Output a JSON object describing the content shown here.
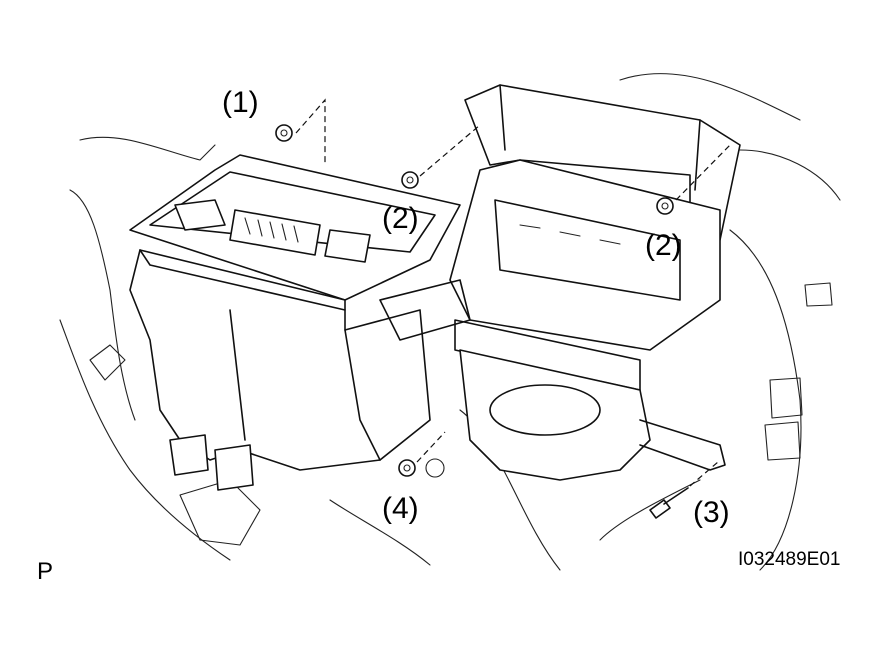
{
  "callouts": {
    "c1": "(1)",
    "c2a": "(2)",
    "c2b": "(2)",
    "c3": "(3)",
    "c4": "(4)"
  },
  "view_letter": "P",
  "figure_code": "I032489E01",
  "colors": {
    "line": "#111111",
    "background": "#ffffff"
  }
}
